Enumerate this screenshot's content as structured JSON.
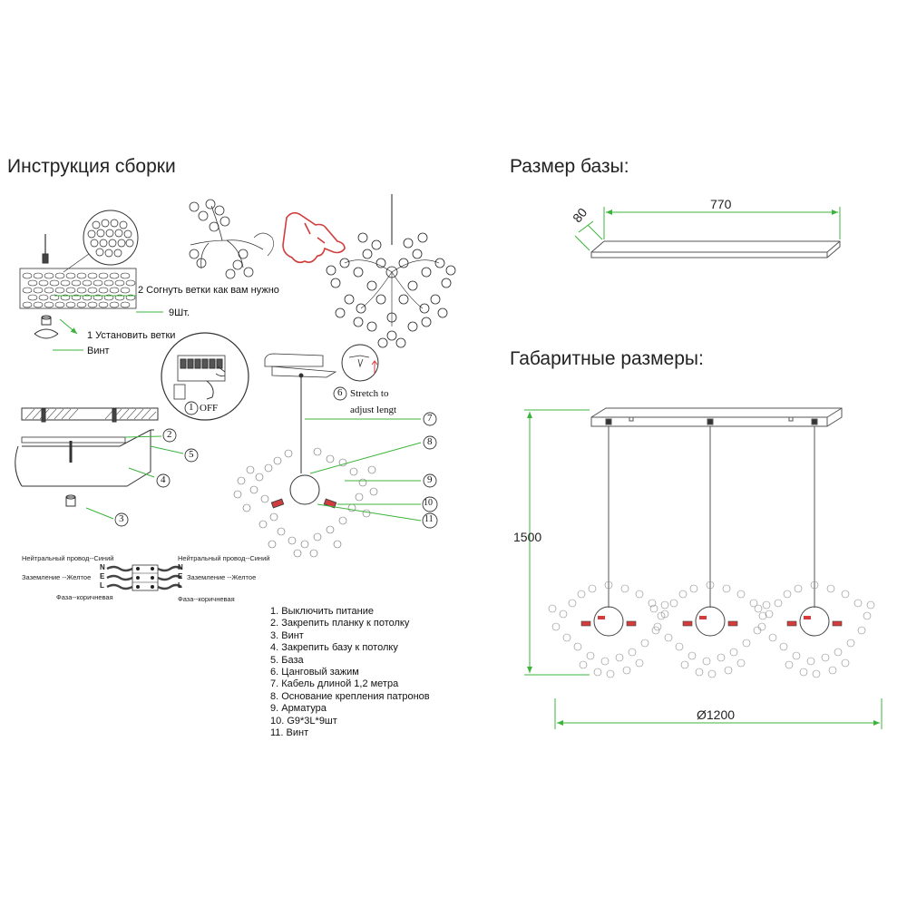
{
  "titles": {
    "assembly": "Инструкция сборки",
    "base_size": "Размер базы:",
    "overall": "Габаритные размеры:"
  },
  "steps": {
    "bend": "2 Согнуть ветки как вам нужно",
    "count": "9Шт.",
    "install": "1 Установить ветки",
    "screw": "Винт",
    "off": "OFF",
    "stretch_line1": "Stretch to",
    "stretch_line2": "adjust lengt"
  },
  "circle_numbers": [
    "1",
    "2",
    "3",
    "4",
    "5",
    "6",
    "7",
    "8",
    "9",
    "10",
    "11"
  ],
  "wiring": {
    "left": [
      "Нейтральный провод--Синий",
      "Заземление --Желтое",
      "Фаза--коричневая"
    ],
    "right": [
      "Нейтральный провод--Синий",
      "Заземление --Желтое",
      "Фаза--коричневая"
    ],
    "terminals": [
      "N",
      "E",
      "L"
    ]
  },
  "legend": [
    "1. Выключить питание",
    "2. Закрепить планку к потолку",
    "3. Винт",
    "4. Закрепить базу к потолку",
    "5. База",
    "6. Цанговый зажим",
    "7. Кабель длиной 1,2 метра",
    "8. Основание крепления патронов",
    "9. Арматура",
    "10. G9*3L*9шт",
    "11. Винт"
  ],
  "dimensions": {
    "base_length": "770",
    "base_width": "80",
    "height": "1500",
    "diameter": "Ø1200"
  },
  "colors": {
    "dimension_line": "#3cb43c",
    "text": "#222222",
    "drawing": "#444444",
    "accent_red": "#e03c3c"
  }
}
